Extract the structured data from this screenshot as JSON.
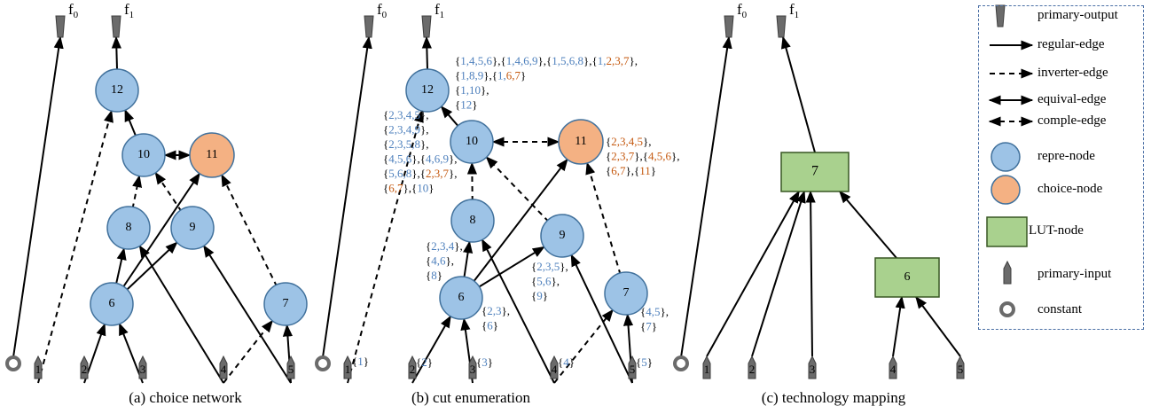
{
  "colors": {
    "repre": "#9dc3e6",
    "choice": "#f4b183",
    "lut": "#a9d18e",
    "pin": "#7f7f7f",
    "blue_text": "#4f81bd",
    "orange_text": "#c55a11"
  },
  "outputs": {
    "f0": "f",
    "f0_sub": "0",
    "f1": "f",
    "f1_sub": "1"
  },
  "nodes_a": {
    "n12": "12",
    "n10": "10",
    "n11": "11",
    "n8": "8",
    "n9": "9",
    "n6": "6",
    "n7": "7"
  },
  "inputs": {
    "i1": "1",
    "i2": "2",
    "i3": "3",
    "i4": "4",
    "i5": "5"
  },
  "lut_nodes": {
    "l7": "7",
    "l6": "6"
  },
  "cuts": {
    "c12": [
      [
        [
          "{",
          "k"
        ],
        [
          "1,4,5,6",
          "b"
        ],
        [
          "},{",
          "k"
        ],
        [
          "1,4,6,9",
          "b"
        ],
        [
          "},{",
          "k"
        ],
        [
          "1,5,6,8",
          "b"
        ],
        [
          "},{",
          "k"
        ],
        [
          "1,",
          "b"
        ],
        [
          "2,3,7",
          "o"
        ],
        [
          "},",
          "k"
        ]
      ],
      [
        [
          "{",
          "k"
        ],
        [
          "1,8,9",
          "b"
        ],
        [
          "},{",
          "k"
        ],
        [
          "1,",
          "b"
        ],
        [
          "6,7",
          "o"
        ],
        [
          "}",
          "k"
        ]
      ],
      [
        [
          "{",
          "k"
        ],
        [
          "1,10",
          "b"
        ],
        [
          "},",
          "k"
        ]
      ],
      [
        [
          "{",
          "k"
        ],
        [
          "12",
          "b"
        ],
        [
          "}",
          "k"
        ]
      ]
    ],
    "c10": [
      [
        [
          "{",
          "k"
        ],
        [
          "2,3,4,5",
          "b"
        ],
        [
          "},",
          "k"
        ]
      ],
      [
        [
          "{",
          "k"
        ],
        [
          "2,3,4,9",
          "b"
        ],
        [
          "},",
          "k"
        ]
      ],
      [
        [
          "{",
          "k"
        ],
        [
          "2,3,5,8",
          "b"
        ],
        [
          "},",
          "k"
        ]
      ],
      [
        [
          "{",
          "k"
        ],
        [
          "4,5,6",
          "b"
        ],
        [
          "},{",
          "k"
        ],
        [
          "4,6,9",
          "b"
        ],
        [
          "},",
          "k"
        ]
      ],
      [
        [
          "{",
          "k"
        ],
        [
          "5,6,8",
          "b"
        ],
        [
          "},{",
          "k"
        ],
        [
          "2,3,7",
          "o"
        ],
        [
          "},",
          "k"
        ]
      ],
      [
        [
          "{",
          "k"
        ],
        [
          "6,7",
          "o"
        ],
        [
          "},{",
          "k"
        ],
        [
          "10",
          "b"
        ],
        [
          "}",
          "k"
        ]
      ]
    ],
    "c11": [
      [
        [
          "{",
          "k"
        ],
        [
          "2,3,4,5",
          "o"
        ],
        [
          "},",
          "k"
        ]
      ],
      [
        [
          "{",
          "k"
        ],
        [
          "2,3,7",
          "o"
        ],
        [
          "},{",
          "k"
        ],
        [
          "4,5,6",
          "o"
        ],
        [
          "},",
          "k"
        ]
      ],
      [
        [
          "{",
          "k"
        ],
        [
          "6,7",
          "o"
        ],
        [
          "},{",
          "k"
        ],
        [
          "11",
          "o"
        ],
        [
          "}",
          "k"
        ]
      ]
    ],
    "c8": [
      [
        [
          "{",
          "k"
        ],
        [
          "2,3,4",
          "b"
        ],
        [
          "},",
          "k"
        ]
      ],
      [
        [
          "{",
          "k"
        ],
        [
          "4,6",
          "b"
        ],
        [
          "},",
          "k"
        ]
      ],
      [
        [
          "{",
          "k"
        ],
        [
          "8",
          "b"
        ],
        [
          "}",
          "k"
        ]
      ]
    ],
    "c9": [
      [
        [
          "{",
          "k"
        ],
        [
          "2,3,5",
          "b"
        ],
        [
          "},",
          "k"
        ]
      ],
      [
        [
          "{",
          "k"
        ],
        [
          "5,6",
          "b"
        ],
        [
          "},",
          "k"
        ]
      ],
      [
        [
          "{",
          "k"
        ],
        [
          "9",
          "b"
        ],
        [
          "}",
          "k"
        ]
      ]
    ],
    "c6": [
      [
        [
          "{",
          "k"
        ],
        [
          "2,3",
          "b"
        ],
        [
          "},",
          "k"
        ]
      ],
      [
        [
          "{",
          "k"
        ],
        [
          "6",
          "b"
        ],
        [
          "}",
          "k"
        ]
      ]
    ],
    "c7": [
      [
        [
          "{",
          "k"
        ],
        [
          "4,5",
          "b"
        ],
        [
          "},",
          "k"
        ]
      ],
      [
        [
          "{",
          "k"
        ],
        [
          "7",
          "b"
        ],
        [
          "}",
          "k"
        ]
      ]
    ],
    "ci1": [
      [
        [
          "{",
          "k"
        ],
        [
          "1",
          "b"
        ],
        [
          "}",
          "k"
        ]
      ]
    ],
    "ci2": [
      [
        [
          "{",
          "k"
        ],
        [
          "2",
          "b"
        ],
        [
          "}",
          "k"
        ]
      ]
    ],
    "ci3": [
      [
        [
          "{",
          "k"
        ],
        [
          "3",
          "b"
        ],
        [
          "}",
          "k"
        ]
      ]
    ],
    "ci4": [
      [
        [
          "{",
          "k"
        ],
        [
          "4",
          "b"
        ],
        [
          "}",
          "k"
        ]
      ]
    ],
    "ci5": [
      [
        [
          "{",
          "k"
        ],
        [
          "5",
          "b"
        ],
        [
          "}",
          "k"
        ]
      ]
    ]
  },
  "legend": {
    "primary_output": "primary-output",
    "regular_edge": "regular-edge",
    "inverter_edge": "inverter-edge",
    "equival_edge": "equival-edge",
    "comple_edge": "comple-edge",
    "repre_node": "repre-node",
    "choice_node": "choice-node",
    "lut_node": "LUT-node",
    "primary_input": "primary-input",
    "constant": "constant"
  },
  "captions": {
    "a": "(a) choice network",
    "b": "(b) cut enumeration",
    "c": "(c) technology mapping"
  }
}
